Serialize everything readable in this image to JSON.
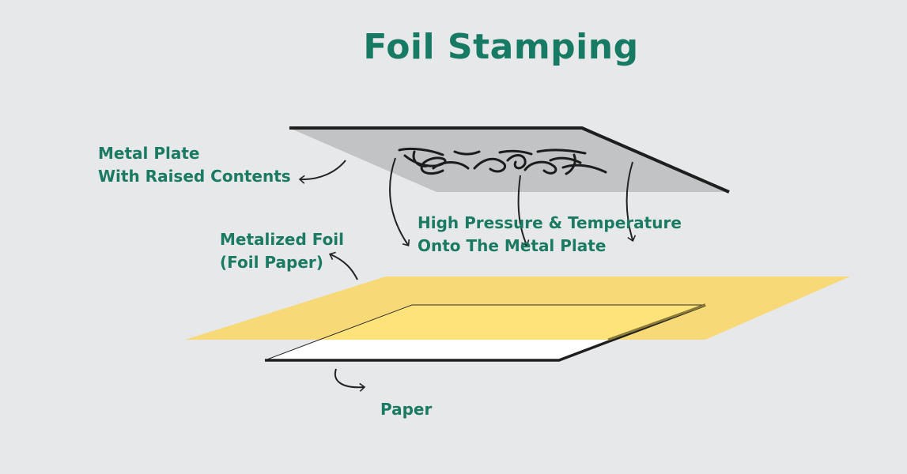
{
  "title": "Foil Stamping",
  "colors": {
    "background": "#e7e8e9",
    "text": "#1a7a62",
    "plate": "#c2c3c4",
    "foil": "#f7d977",
    "paper": "#ffffff"
  },
  "labels": {
    "metal_plate": [
      "Metal Plate",
      "With Raised Contents"
    ],
    "pressure": [
      "High Pressure & Temperature",
      "Onto The Metal Plate"
    ],
    "foil": [
      "Metalized Foil",
      "(Foil Paper)"
    ],
    "paper": "Paper"
  }
}
